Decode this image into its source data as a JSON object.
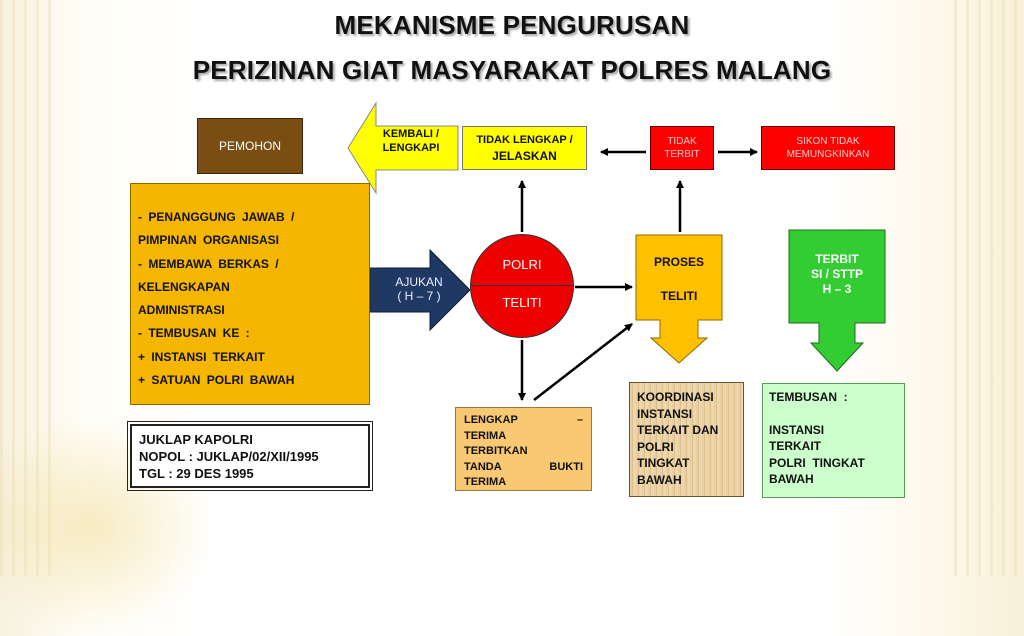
{
  "title": {
    "line1": "MEKANISME PENGURUSAN",
    "line2": "PERIZINAN GIAT MASYARAKAT POLRES MALANG"
  },
  "pemohon": "PEMOHON",
  "requirements": [
    "-   PENANGGUNG  JAWAB  /",
    "    PIMPINAN  ORGANISASI",
    "-   MEMBAWA  BERKAS  /",
    "    KELENGKAPAN",
    "    ADMINISTRASI",
    "-   TEMBUSAN  KE :",
    "+ INSTANSI  TERKAIT",
    "+ SATUAN  POLRI  BAWAH"
  ],
  "juklap": {
    "line1": "JUKLAP KAPOLRI",
    "line2": "NOPOL : JUKLAP/02/XII/1995",
    "line3": "TGL     : 29 DES 1995"
  },
  "kembali": {
    "line1": "KEMBALI /",
    "line2": "LENGKAPI"
  },
  "tidak_lengkap": {
    "line1": "TIDAK LENGKAP /",
    "line2": "JELASKAN"
  },
  "tidak_terbit": {
    "line1": "TIDAK",
    "line2": "TERBIT"
  },
  "sikon": {
    "line1": "SIKON TIDAK",
    "line2": "MEMUNGKINKAN"
  },
  "ajukan": {
    "line1": "AJUKAN",
    "line2": "( H – 7 )"
  },
  "polri_circle": {
    "top": "POLRI",
    "bottom": "TELITI"
  },
  "proses": {
    "line1": "PROSES",
    "line2": "TELITI"
  },
  "terbit": {
    "line1": "TERBIT",
    "line2": "SI / STTP",
    "line3": "H – 3"
  },
  "lengkap": {
    "line1": "LENGKAP                –",
    "line2": "TERIMA",
    "line3": "TERBITKAN",
    "line4": "TANDA        BUKTI",
    "line5": "TERIMA"
  },
  "koordinasi": [
    "KOORDINASI",
    "INSTANSI",
    "TERKAIT  DAN",
    "POLRI",
    "TINGKAT",
    "BAWAH"
  ],
  "tembusan": {
    "title": "TEMBUSAN  :",
    "lines": [
      "INSTANSI",
      "TERKAIT",
      "POLRI  TINGKAT",
      "BAWAH"
    ]
  },
  "colors": {
    "pemohon": "#7a4d12",
    "requirements": "#f4b600",
    "yellow": "#ffff00",
    "red": "#ff0000",
    "navy": "#1f3864",
    "green": "#33cc33",
    "orange_light": "#f8c873"
  }
}
